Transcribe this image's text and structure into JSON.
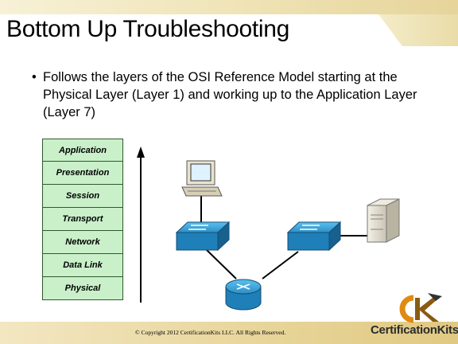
{
  "slide": {
    "title": "Bottom Up Troubleshooting",
    "bullet": "Follows the layers of the OSI Reference Model starting at the Physical Layer (Layer 1) and working up to the Application Layer (Layer 7)"
  },
  "osi_layers": [
    "Application",
    "Presentation",
    "Session",
    "Transport",
    "Network",
    "Data Link",
    "Physical"
  ],
  "diagram": {
    "devices": [
      "pc-icon",
      "switch-icon",
      "switch-icon",
      "router-icon",
      "server-icon"
    ],
    "arrow_direction": "up"
  },
  "footer": {
    "copyright": "© Copyright 2012 CertificationKits LLC.   All Rights Reserved.",
    "logo_text": "CertificationKits"
  },
  "colors": {
    "layer_fill": "#c9f0c9",
    "device_blue": "#2a8fc9",
    "band": "#e7d498"
  }
}
